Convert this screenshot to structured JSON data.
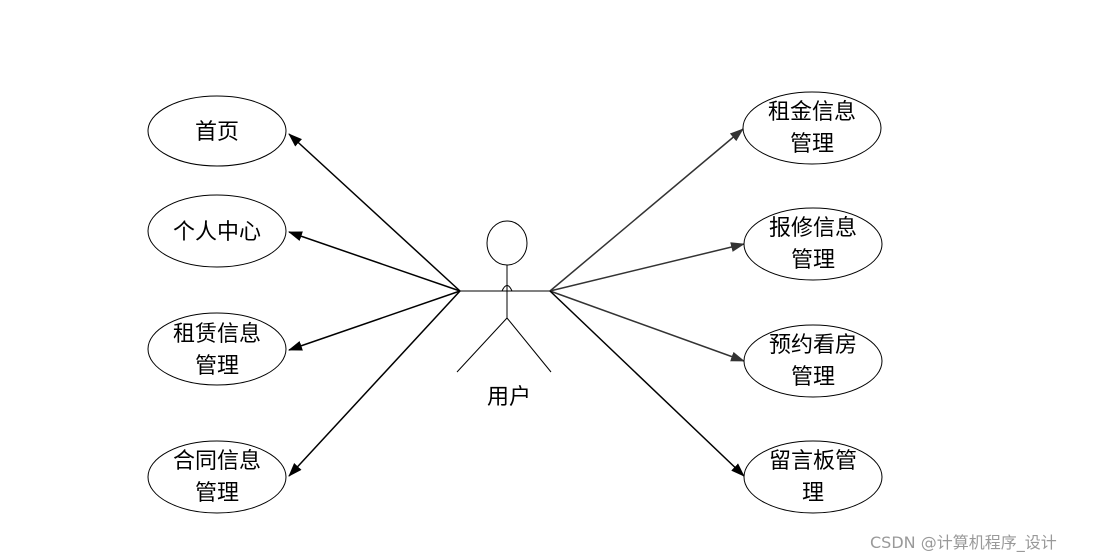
{
  "actor": {
    "label": "用户"
  },
  "use_cases": [
    {
      "lines": [
        "首页"
      ]
    },
    {
      "lines": [
        "个人中心"
      ]
    },
    {
      "lines": [
        "租赁信息",
        "管理"
      ]
    },
    {
      "lines": [
        "合同信息",
        "管理"
      ]
    },
    {
      "lines": [
        "租金信息",
        "管理"
      ]
    },
    {
      "lines": [
        "报修信息",
        "管理"
      ]
    },
    {
      "lines": [
        "预约看房",
        "管理"
      ]
    },
    {
      "lines": [
        "留言板管",
        "理"
      ]
    }
  ],
  "watermark": "CSDN @计算机程序_设计",
  "colors": {
    "stroke": "#000000",
    "text": "#000000",
    "watermark": "#999999",
    "background": "#ffffff"
  }
}
